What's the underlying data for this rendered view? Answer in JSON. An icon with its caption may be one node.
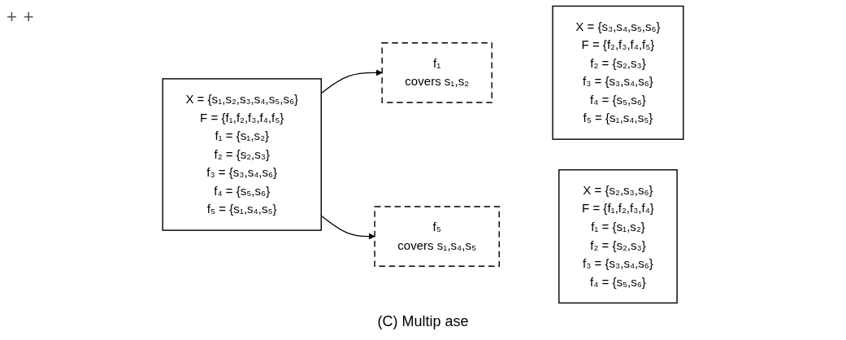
{
  "diagram": {
    "caption": "(C) Multip ase",
    "nodes": [
      {
        "text": [
          "X = {s₁,s₂,s₃,s₄,s₅,s₆}",
          "F = {f₁,f₂,f₃,f₄,f₅}",
          "f₁ = {s₁,s₂}",
          "f₂ = {s₂,s₃}",
          "f₃ = {s₃,s₄,s₆}",
          "f₄ = {s₅,s₆}",
          "f₅ = {s₁,s₄,s₅}"
        ]
      },
      {
        "text": [
          "f₁",
          "covers s₁,s₂"
        ]
      },
      {
        "text": [
          "X = {s₃,s₄,s₅,s₆}",
          "F = {f₂,f₃,f₄,f₅}",
          "f₂ = {s₂,s₃}",
          "f₃ = {s₃,s₄,s₆}",
          "f₄ = {s₅,s₆}",
          "f₅ = {s₁,s₄,s₅}"
        ]
      },
      {
        "text": [
          "f₅",
          "covers s₁,s₄,s₅"
        ]
      },
      {
        "text": [
          "X = {s₂,s₃,s₆}",
          "F = {f₁,f₂,f₃,f₄}",
          "f₁ = {s₁,s₂}",
          "f₂ = {s₂,s₃}",
          "f₃ = {s₃,s₄,s₆}",
          "f₄ = {s₅,s₆}"
        ]
      }
    ],
    "edges": [
      {
        "from": 0,
        "to": 1,
        "arrow": "to"
      },
      {
        "from": 0,
        "to": 3,
        "arrow": "to"
      }
    ],
    "labels": [
      "+",
      "+"
    ]
  }
}
